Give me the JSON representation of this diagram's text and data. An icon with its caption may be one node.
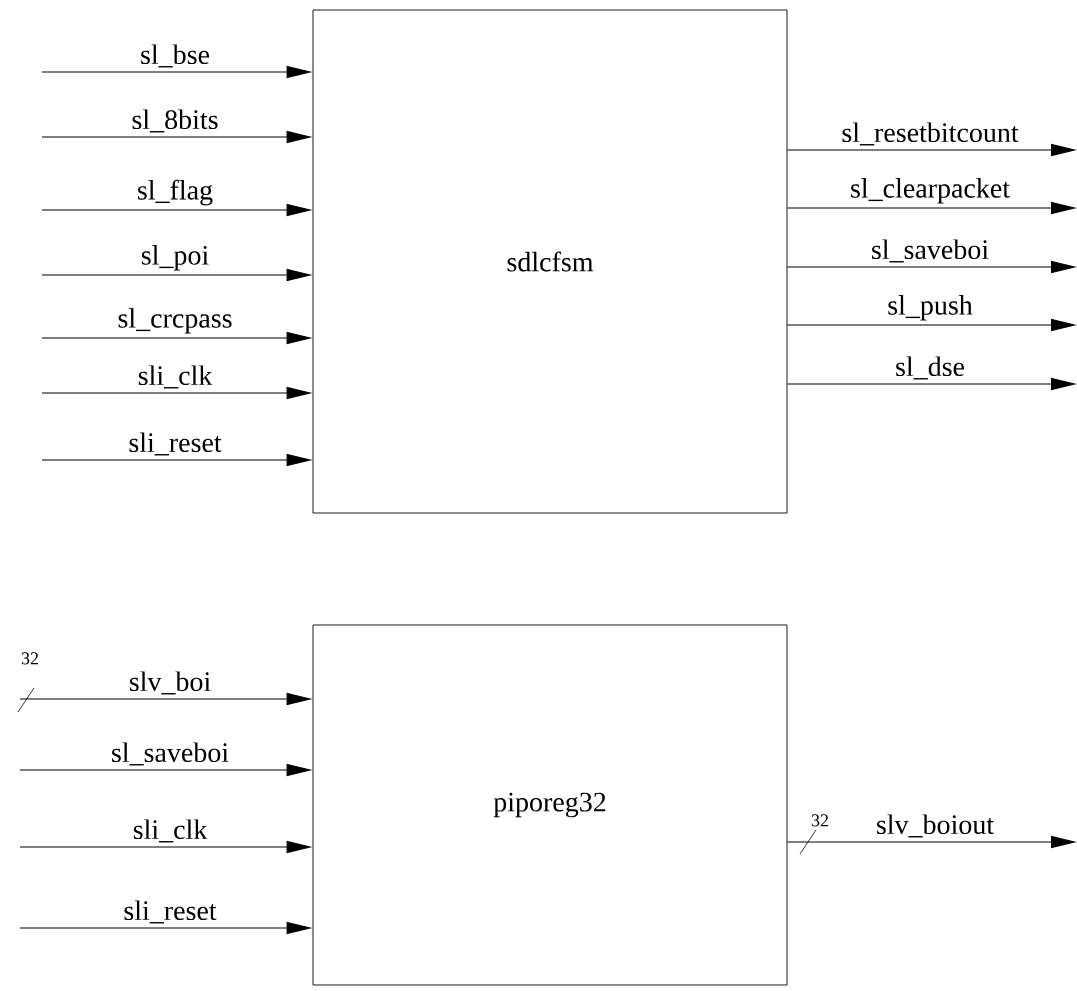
{
  "diagram": {
    "nodes": [
      {
        "text": [
          "sdlcfsm"
        ]
      },
      {
        "text": [
          "piporeg32"
        ]
      }
    ],
    "edges": [
      {
        "from": null,
        "to": 0,
        "arrow": "to",
        "label": "sl_bse"
      },
      {
        "from": null,
        "to": 0,
        "arrow": "to",
        "label": "sl_8bits"
      },
      {
        "from": null,
        "to": 0,
        "arrow": "to",
        "label": "sl_flag"
      },
      {
        "from": null,
        "to": 0,
        "arrow": "to",
        "label": "sl_poi"
      },
      {
        "from": null,
        "to": 0,
        "arrow": "to",
        "label": "sl_crcpass"
      },
      {
        "from": null,
        "to": 0,
        "arrow": "to",
        "label": "sli_clk"
      },
      {
        "from": null,
        "to": 0,
        "arrow": "to",
        "label": "sli_reset"
      },
      {
        "from": 0,
        "to": null,
        "arrow": "to",
        "label": "sl_resetbitcount"
      },
      {
        "from": 0,
        "to": null,
        "arrow": "to",
        "label": "sl_clearpacket"
      },
      {
        "from": 0,
        "to": null,
        "arrow": "to",
        "label": "sl_saveboi"
      },
      {
        "from": 0,
        "to": null,
        "arrow": "to",
        "label": "sl_push"
      },
      {
        "from": 0,
        "to": null,
        "arrow": "to",
        "label": "sl_dse"
      },
      {
        "from": null,
        "to": 1,
        "arrow": "to",
        "label": "slv_boi"
      },
      {
        "from": null,
        "to": 1,
        "arrow": "to",
        "label": "sl_saveboi"
      },
      {
        "from": null,
        "to": 1,
        "arrow": "to",
        "label": "sli_clk"
      },
      {
        "from": null,
        "to": 1,
        "arrow": "to",
        "label": "sli_reset"
      },
      {
        "from": 1,
        "to": null,
        "arrow": "to",
        "label": "slv_boiout"
      }
    ],
    "labels": [
      "32",
      "32"
    ]
  }
}
